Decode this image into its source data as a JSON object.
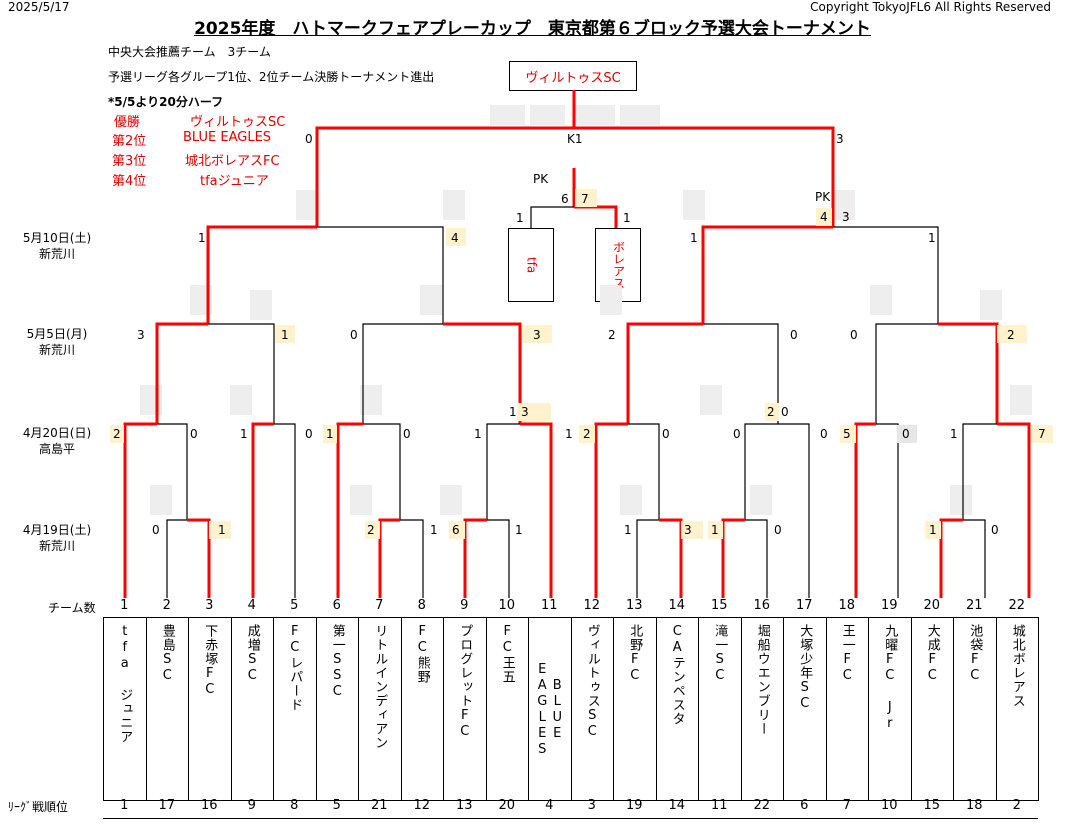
{
  "header": {
    "date": "2025/5/17",
    "copyright": "Copyright TokyoJFL6 All Rights Reserved",
    "title": "2025年度　ハトマークフェアプレーカップ　東京都第６ブロック予選大会トーナメント"
  },
  "notes": [
    "中央大会推薦チーム　3チーム",
    "予選リーグ各グループ1位、2位チーム決勝トーナメント進出",
    "*5/5より20分ハーフ"
  ],
  "results": [
    {
      "place": "優勝",
      "team": "ヴィルトゥスSC"
    },
    {
      "place": "第2位",
      "team": "BLUE EAGLES"
    },
    {
      "place": "第3位",
      "team": "城北ボレアスFC"
    },
    {
      "place": "第4位",
      "team": "tfaジュニア"
    }
  ],
  "champion": "ヴィルトゥスSC",
  "semifinal_third": {
    "left": "tfa",
    "right": "ボレアス",
    "pk": "PK",
    "left_score": "6",
    "right_score": "7",
    "left_base": "1",
    "right_base": "1"
  },
  "final_label": "K1",
  "final_pk": "PK",
  "rounds": [
    {
      "date": "5月10日(土)",
      "venue": "新荒川"
    },
    {
      "date": "5月5日(月)",
      "venue": "新荒川"
    },
    {
      "date": "4月20日(日)",
      "venue": "高島平"
    },
    {
      "date": "4月19日(土)",
      "venue": "新荒川"
    }
  ],
  "team_count_label": "チーム数",
  "seed_label": "ﾘｰｸﾞ戦順位",
  "teams": [
    {
      "no": "1",
      "name": "tfa ジュニア",
      "seed": "1"
    },
    {
      "no": "2",
      "name": "豊島SC",
      "seed": "17"
    },
    {
      "no": "3",
      "name": "下赤塚FC",
      "seed": "16"
    },
    {
      "no": "4",
      "name": "成増SC",
      "seed": "9"
    },
    {
      "no": "5",
      "name": "FCレパード",
      "seed": "8"
    },
    {
      "no": "6",
      "name": "第一SSC",
      "seed": "5"
    },
    {
      "no": "7",
      "name": "リトルインディアン",
      "seed": "21"
    },
    {
      "no": "8",
      "name": "FC熊野",
      "seed": "12"
    },
    {
      "no": "9",
      "name": "プログレットFC",
      "seed": "13"
    },
    {
      "no": "10",
      "name": "FC王五",
      "seed": "20"
    },
    {
      "no": "11",
      "name": "BLUE EAGLES",
      "seed": "4"
    },
    {
      "no": "12",
      "name": "ヴィルトゥスSC",
      "seed": "3"
    },
    {
      "no": "13",
      "name": "北野FC",
      "seed": "19"
    },
    {
      "no": "14",
      "name": "CAテンペスタ",
      "seed": "14"
    },
    {
      "no": "15",
      "name": "滝一SC",
      "seed": "11"
    },
    {
      "no": "16",
      "name": "堀船ウエンブリー",
      "seed": "22"
    },
    {
      "no": "17",
      "name": "大塚少年SC",
      "seed": "6"
    },
    {
      "no": "18",
      "name": "王一FC",
      "seed": "7"
    },
    {
      "no": "19",
      "name": "九曜FC Jr",
      "seed": "10"
    },
    {
      "no": "20",
      "name": "大成FC",
      "seed": "15"
    },
    {
      "no": "21",
      "name": "池袋FC",
      "seed": "18"
    },
    {
      "no": "22",
      "name": "城北ボレアス",
      "seed": "2"
    }
  ],
  "scores": {
    "r19": [
      "0",
      "1",
      "2",
      "1",
      "6",
      "1",
      "1",
      "3",
      "1",
      "0",
      "1",
      "0"
    ],
    "r20": [
      "2",
      "0",
      "1",
      "0",
      "1",
      "0",
      "1",
      "3",
      "1",
      "2",
      "0",
      "0",
      "2",
      "0",
      "0",
      "5",
      "0",
      "1",
      "7"
    ],
    "r5": [
      "3",
      "1",
      "0",
      "3",
      "2",
      "0",
      "0",
      "2"
    ],
    "r10": [
      "1",
      "4",
      "1",
      "1"
    ],
    "final": [
      "0",
      "3",
      "4",
      "3"
    ]
  },
  "colors": {
    "winner_line": "#ff0000",
    "score_highlight": "#fff2cc",
    "result_text": "#e00000"
  }
}
